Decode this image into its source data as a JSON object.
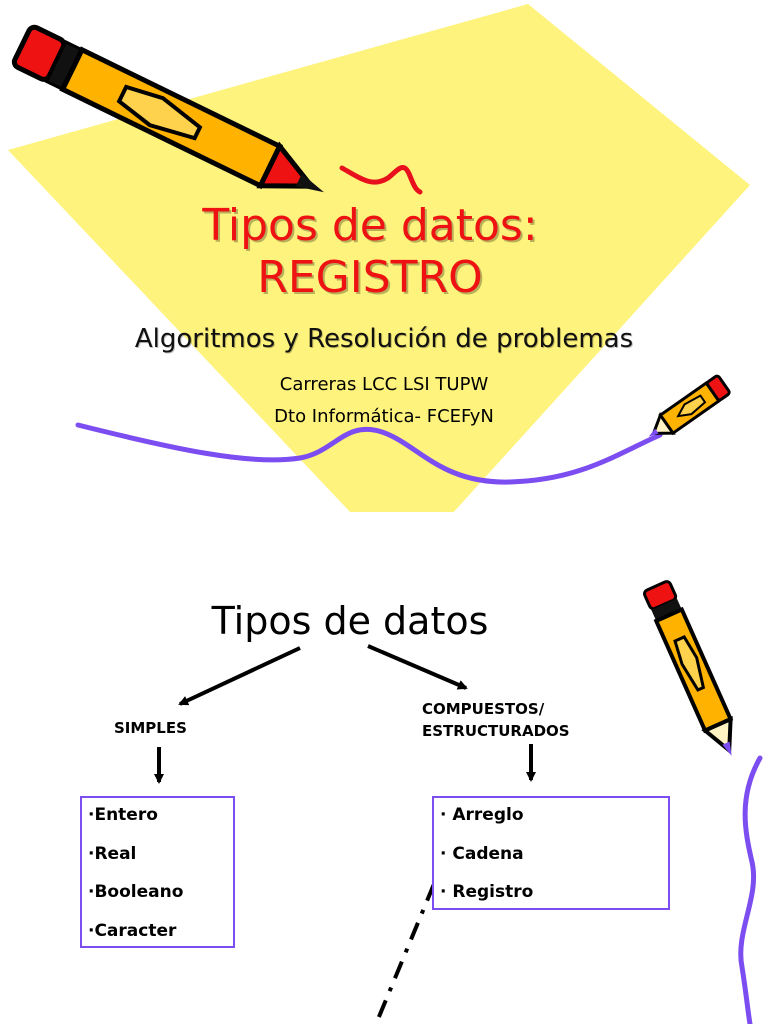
{
  "slide1": {
    "title_line1": "Tipos de datos:",
    "title_line2": "REGISTRO",
    "subtitle": "Algoritmos y Resolución de problemas",
    "line1": "Carreras LCC  LSI  TUPW",
    "line2": "Dto Informática- FCEFyN",
    "colors": {
      "title": "#ee1212",
      "background_shape": "#fef37c",
      "wave": "#7c4df0"
    }
  },
  "slide2": {
    "title": "Tipos de datos",
    "left_category": "SIMPLES",
    "right_category_line1": "COMPUESTOS/",
    "right_category_line2": "ESTRUCTURADOS",
    "simples_items": [
      "·Entero",
      "·Real",
      "·Booleano",
      "·Caracter"
    ],
    "compuestos_items": [
      "·  Arreglo",
      "·  Cadena",
      "·  Registro"
    ],
    "colors": {
      "box_border": "#7c4df0",
      "arrow": "#000000"
    }
  }
}
